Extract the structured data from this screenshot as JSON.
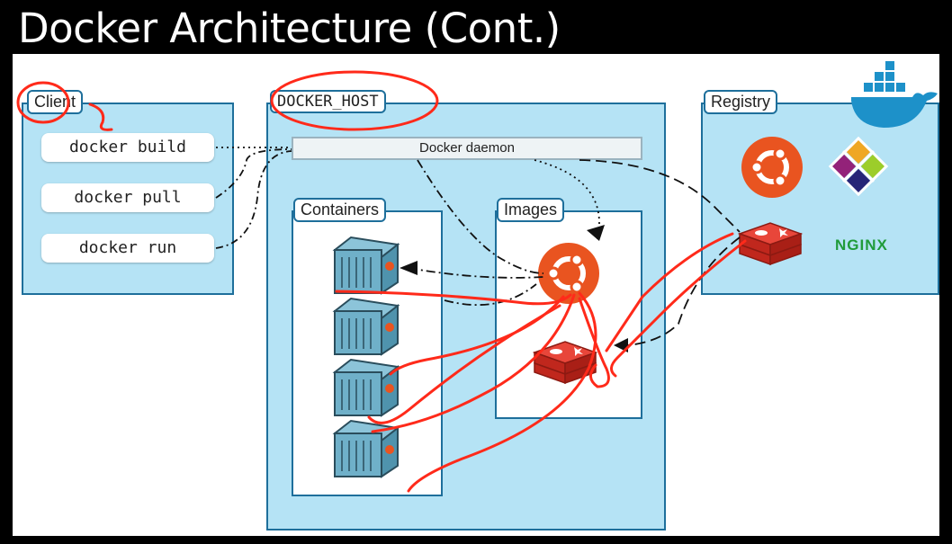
{
  "slide": {
    "title": "Docker Architecture (Cont.)"
  },
  "client": {
    "label": "Client",
    "commands": [
      "docker build",
      "docker pull",
      "docker run"
    ]
  },
  "host": {
    "label": "DOCKER_HOST",
    "daemon": "Docker daemon",
    "containers_label": "Containers",
    "images_label": "Images"
  },
  "registry": {
    "label": "Registry",
    "nginx": "NGINX"
  },
  "colors": {
    "panel": "#b5e3f5",
    "border": "#1e6f9b",
    "ubuntu": "#e95420",
    "redis": "#d82c20",
    "annotation": "#ff2a1a"
  },
  "icons": [
    "docker-whale-icon",
    "ubuntu-icon",
    "centos-icon",
    "redis-icon",
    "container-icon"
  ]
}
